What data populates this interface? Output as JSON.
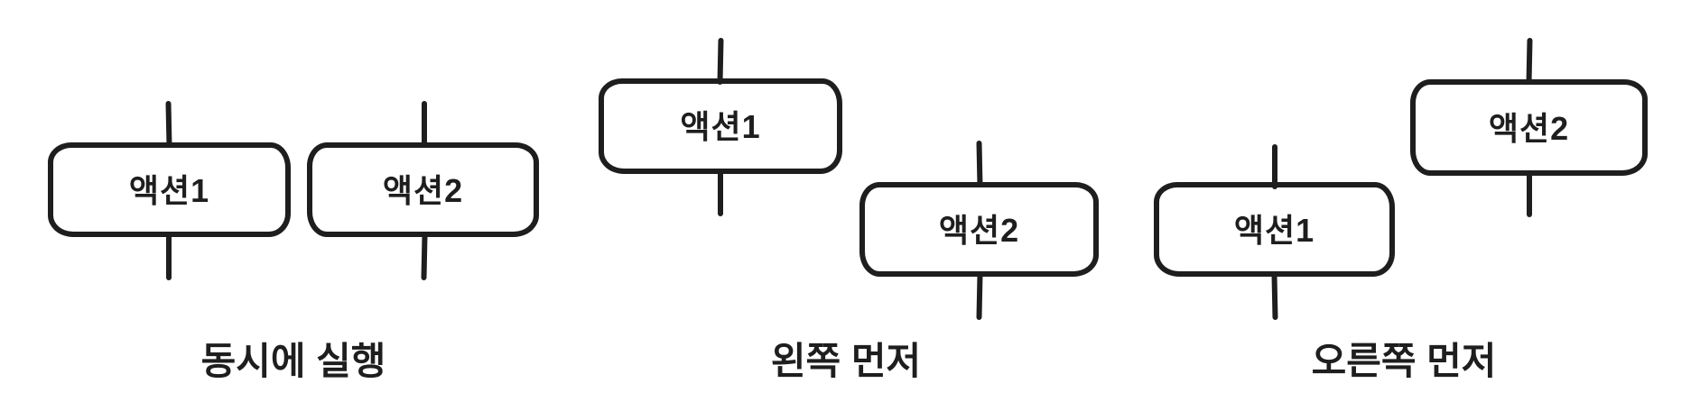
{
  "canvas": {
    "background": "#ffffff",
    "stroke_color": "#1e1e1e"
  },
  "diagrams": [
    {
      "id": "simultaneous",
      "caption": "동시에 실행",
      "nodes": [
        {
          "label": "액션1"
        },
        {
          "label": "액션2"
        }
      ]
    },
    {
      "id": "left-first",
      "caption": "왼쪽 먼저",
      "nodes": [
        {
          "label": "액션1"
        },
        {
          "label": "액션2"
        }
      ]
    },
    {
      "id": "right-first",
      "caption": "오른쪽 먼저",
      "nodes": [
        {
          "label": "액션1"
        },
        {
          "label": "액션2"
        }
      ]
    }
  ]
}
